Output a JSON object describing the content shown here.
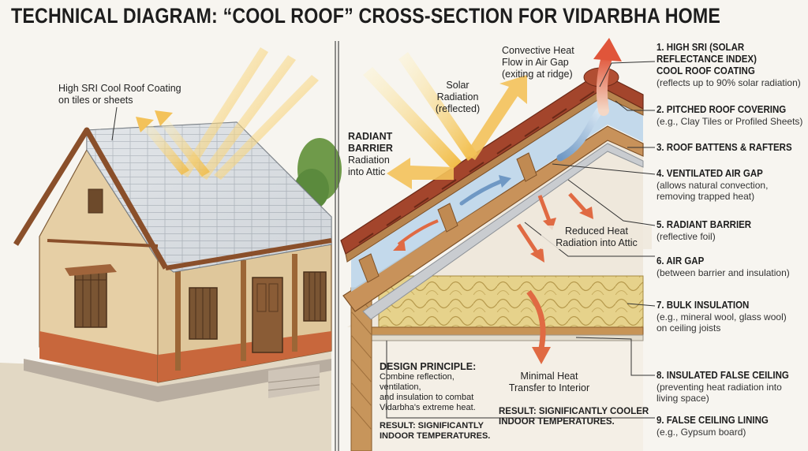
{
  "title": "TECHNICAL DIAGRAM: “COOL ROOF” CROSS-SECTION FOR VIDARBHA HOME",
  "left": {
    "coating_label": [
      "High SRI Cool Roof Coating",
      "on tiles or sheets"
    ]
  },
  "right": {
    "solar_label": [
      "Solar",
      "Radiation",
      "(reflected)"
    ],
    "convective_label": [
      "Convective Heat",
      "Flow in Air Gap",
      "(exiting at ridge)"
    ],
    "radiant_barrier_label": {
      "title": [
        "RADIANT",
        "BARRIER"
      ],
      "text": [
        "Radiation",
        "into Attic"
      ]
    },
    "reduced_label": [
      "Reduced Heat",
      "Radiation into Attic"
    ],
    "minimal_label": [
      "Minimal Heat",
      "Transfer to Interior"
    ],
    "design": {
      "title": "DESIGN PRINCIPLE:",
      "lines": [
        "Combine reflection, ventilation,",
        "and insulation to combat",
        "Vidarbha's extreme heat."
      ],
      "result": [
        "RESULT: SIGNIFICANTLY",
        "INDOOR TEMPERATURES."
      ]
    },
    "result_center": [
      "RESULT: SIGNIFICANTLY COOLER",
      "INDOOR TEMPERATURES."
    ]
  },
  "key": [
    {
      "title": [
        "1. HIGH SRI (SOLAR",
        "REFLECTANCE INDEX)",
        "COOL ROOF COATING"
      ],
      "desc": [
        "(reflects up to 90% solar radiation)"
      ]
    },
    {
      "title": [
        "2. PITCHED ROOF COVERING"
      ],
      "desc": [
        "(e.g., Clay Tiles or Profiled Sheets)"
      ]
    },
    {
      "title": [
        "3. ROOF BATTENS & RAFTERS"
      ],
      "desc": []
    },
    {
      "title": [
        "4. VENTILATED AIR GAP"
      ],
      "desc": [
        "(allows natural convection,",
        "removing trapped heat)"
      ]
    },
    {
      "title": [
        "5. RADIANT BARRIER"
      ],
      "desc": [
        "(reflective foil)"
      ]
    },
    {
      "title": [
        "6. AIR GAP"
      ],
      "desc": [
        "(between barrier and insulation)"
      ]
    },
    {
      "title": [
        "7. BULK INSULATION"
      ],
      "desc": [
        "(e.g., mineral wool, glass wool)",
        "on ceiling joists"
      ]
    },
    {
      "title": [
        "8. INSULATED FALSE CEILING"
      ],
      "desc": [
        "(preventing heat radiation into",
        "living space)"
      ]
    },
    {
      "title": [
        "9. FALSE CEILING LINING"
      ],
      "desc": [
        "(e.g., Gypsum board)"
      ]
    }
  ],
  "colors": {
    "sun": "#f3c25a",
    "tile": "#a3452c",
    "wood": "#b67a45",
    "wall": "#e6cfa5",
    "plinth": "#c8673c",
    "insulation": "#e3cf84",
    "air_gap": "#b9d3e8",
    "heat_arrow": "#e06a43"
  }
}
